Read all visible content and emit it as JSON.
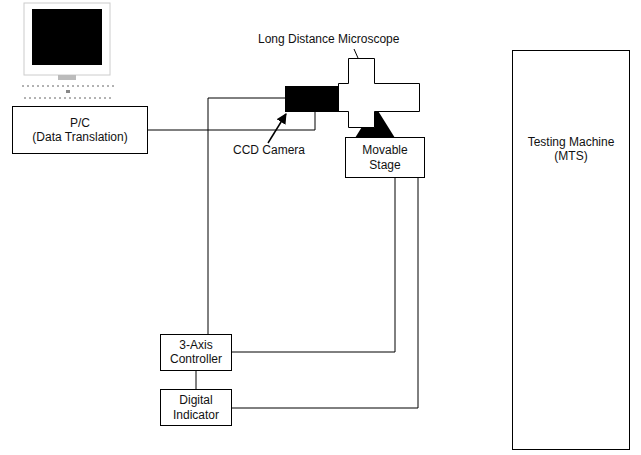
{
  "diagram": {
    "nodes": [
      {
        "text": [
          "P/C",
          "(Data Translation)"
        ]
      },
      {
        "text": [
          "Long Distance Microscope"
        ]
      },
      {
        "text": [
          "CCD Camera"
        ]
      },
      {
        "text": [
          "Movable Stage"
        ]
      },
      {
        "text": [
          "Testing Machine (MTS)"
        ]
      },
      {
        "text": [
          "3-Axis Controller"
        ]
      },
      {
        "text": [
          "Digital Indicator"
        ]
      }
    ],
    "edges": [
      {
        "from": 0,
        "to": 2,
        "arrow": "none"
      },
      {
        "from": 5,
        "to": 2,
        "arrow": "none"
      },
      {
        "from": 5,
        "to": 3,
        "arrow": "none"
      },
      {
        "from": 6,
        "to": 3,
        "arrow": "none"
      },
      {
        "from": 5,
        "to": 6,
        "arrow": "none"
      }
    ]
  }
}
